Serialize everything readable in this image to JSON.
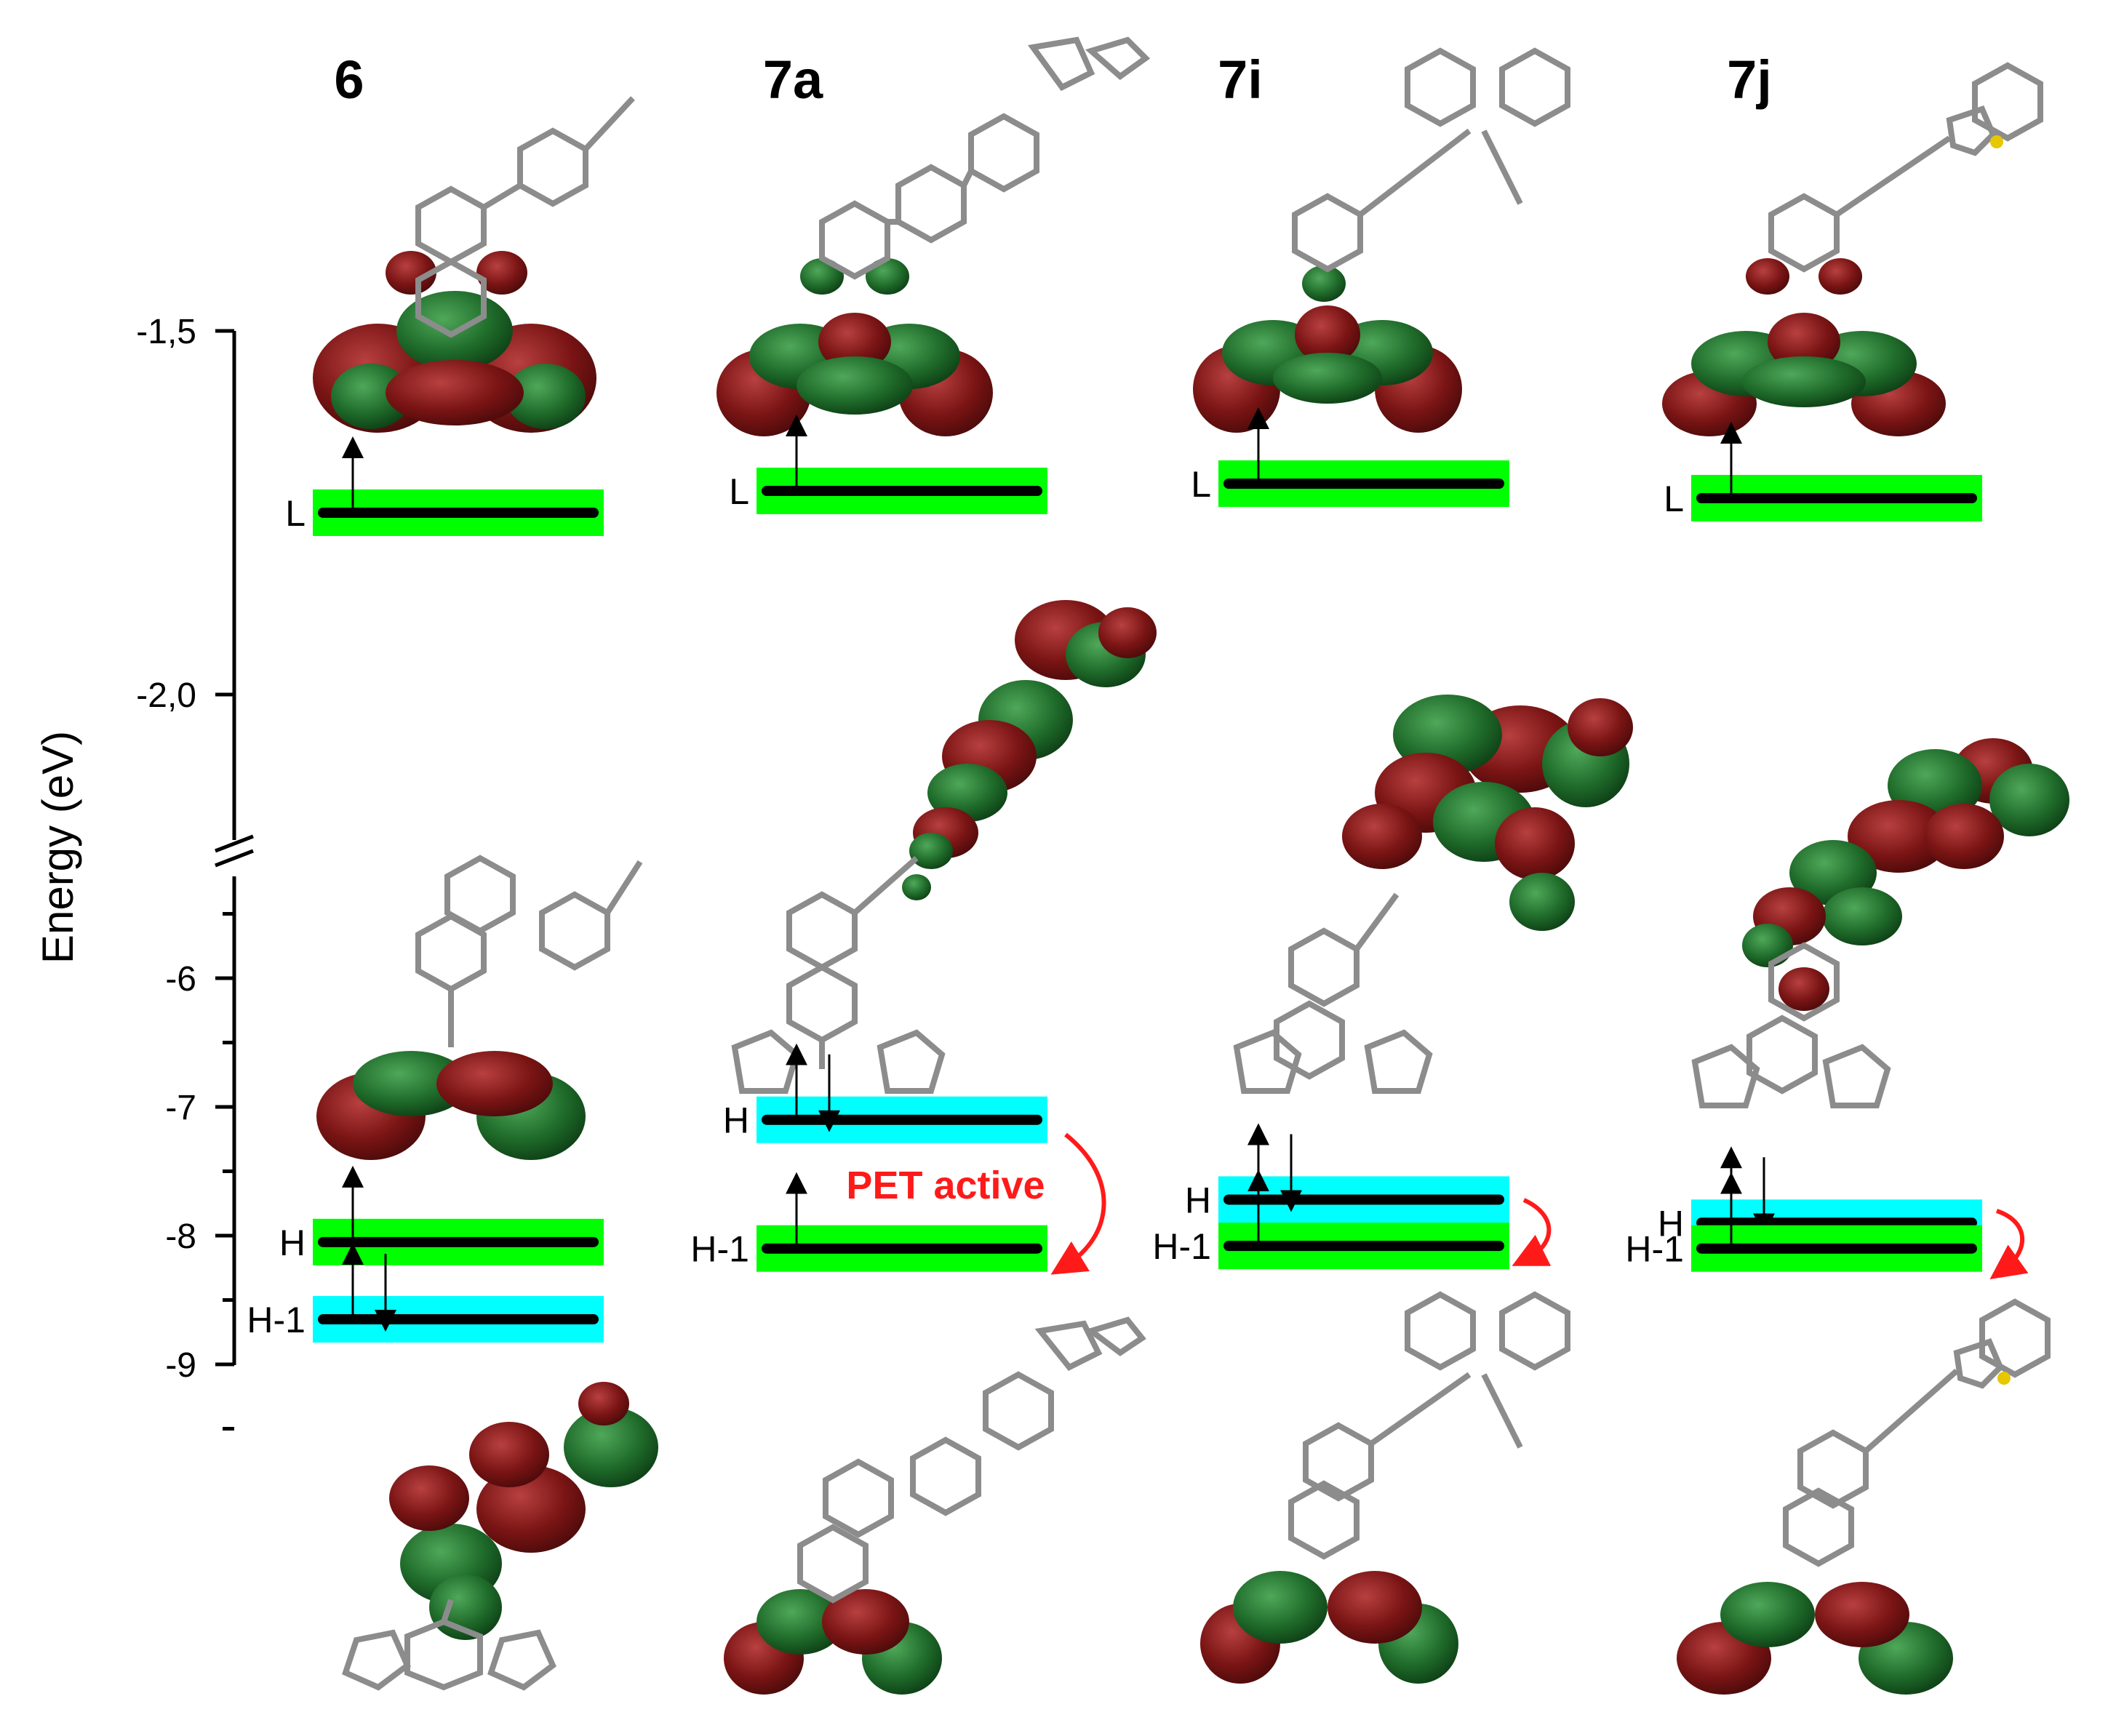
{
  "axis": {
    "title": "Energy (eV)",
    "upper_ticks": [
      "-1,5",
      "-2,0"
    ],
    "lower_ticks": [
      "-6",
      "-7",
      "-8",
      "-9"
    ]
  },
  "compounds": [
    {
      "id": "6",
      "label": "6",
      "levels": [
        {
          "label": "L",
          "energy_eV": -1.75,
          "band_color": "#00ff00",
          "electrons": "up"
        },
        {
          "label": "H",
          "energy_eV": -8.05,
          "band_color": "#00ff00",
          "electrons": "up"
        },
        {
          "label": "H-1",
          "energy_eV": -8.65,
          "band_color": "#00ffff",
          "electrons": "pair"
        }
      ]
    },
    {
      "id": "7a",
      "label": "7a",
      "levels": [
        {
          "label": "L",
          "energy_eV": -1.72,
          "band_color": "#00ff00",
          "electrons": "up"
        },
        {
          "label": "H",
          "energy_eV": -7.1,
          "band_color": "#00ffff",
          "electrons": "pair"
        },
        {
          "label": "H-1",
          "energy_eV": -8.1,
          "band_color": "#00ff00",
          "electrons": "up"
        }
      ],
      "annotation": "PET active"
    },
    {
      "id": "7i",
      "label": "7i",
      "levels": [
        {
          "label": "L",
          "energy_eV": -1.71,
          "band_color": "#00ff00",
          "electrons": "up"
        },
        {
          "label": "H",
          "energy_eV": -7.72,
          "band_color": "#00ffff",
          "electrons": "pair"
        },
        {
          "label": "H-1",
          "energy_eV": -8.08,
          "band_color": "#00ff00",
          "electrons": "up"
        }
      ]
    },
    {
      "id": "7j",
      "label": "7j",
      "levels": [
        {
          "label": "L",
          "energy_eV": -1.73,
          "band_color": "#00ff00",
          "electrons": "up"
        },
        {
          "label": "H",
          "energy_eV": -7.9,
          "band_color": "#00ffff",
          "electrons": "pair"
        },
        {
          "label": "H-1",
          "energy_eV": -8.1,
          "band_color": "#00ff00",
          "electrons": "up"
        }
      ]
    }
  ],
  "colors": {
    "orbital_positive": "#7a1414",
    "orbital_negative": "#1f6b2a",
    "pet_arrow": "#ff1a1a",
    "skeleton": "#8c8c8c"
  }
}
